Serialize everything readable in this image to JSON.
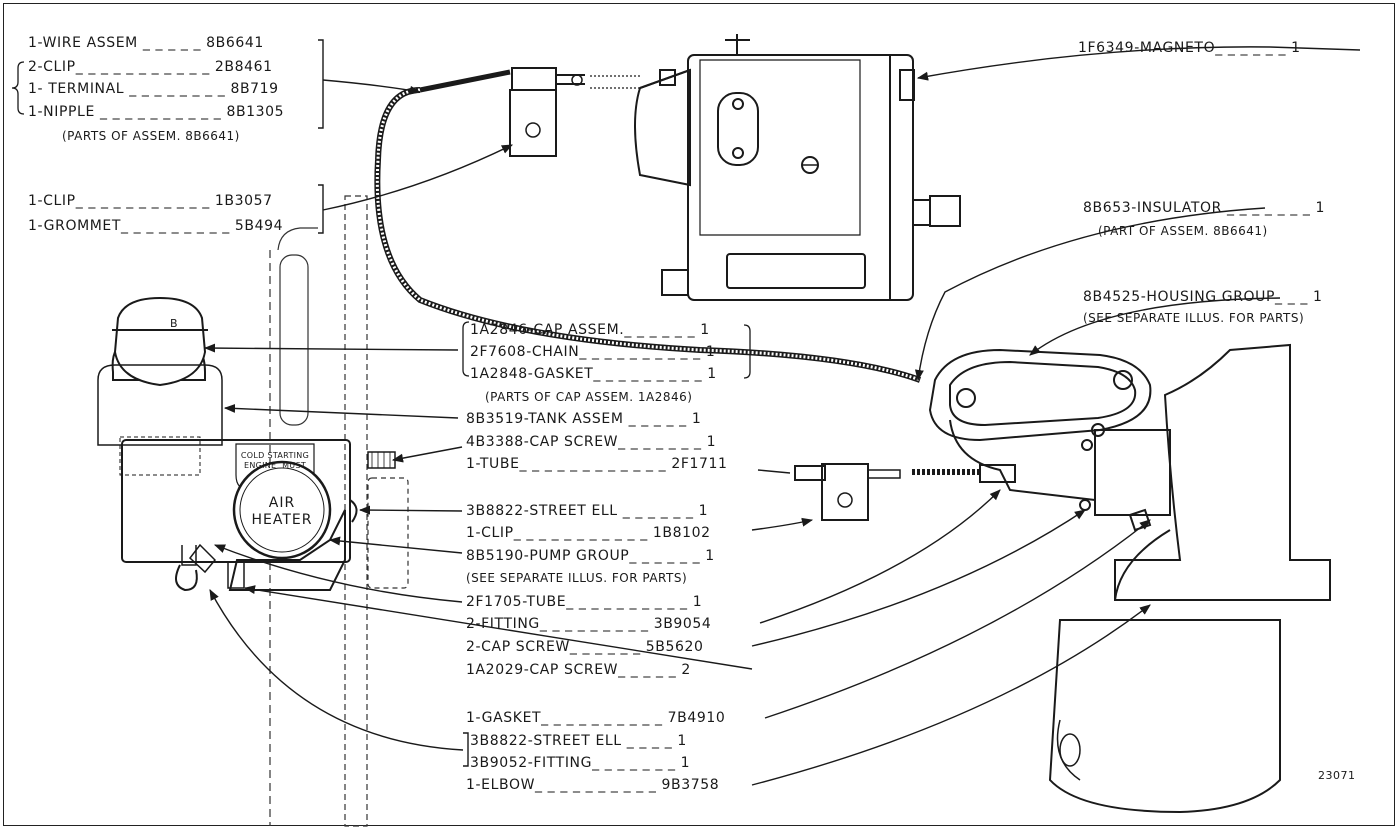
{
  "callouts": {
    "wire_assem": "1-WIRE ASSEM _ _ _ _ _ 8B6641",
    "clip_2b8461": "2-CLIP_ _ _ _ _ _ _ _ _ _ _ 2B8461",
    "terminal": "1- TERMINAL _ _ _ _ _ _ _ _ 8B719",
    "nipple": "1-NIPPLE _ _ _ _ _ _ _ _ _ _ 8B1305",
    "parts_of_8b6641": "(PARTS OF ASSEM. 8B6641)",
    "clip_1b3057": "1-CLIP_ _ _ _ _ _ _ _ _ _ _ 1B3057",
    "grommet": "1-GROMMET_ _ _ _ _ _ _ _ _ 5B494",
    "magneto": "1F6349-MAGNETO_ _ _ _ _ _ 1",
    "insulator": "8B653-INSULATOR _ _ _ _ _ _ _ 1",
    "insulator_note": "(PART OF ASSEM. 8B6641)",
    "housing_group": "8B4525-HOUSING GROUP_ _ _ 1",
    "housing_note": "(SEE SEPARATE ILLUS. FOR PARTS)",
    "cap_assem": "1A2846-CAP ASSEM._ _ _ _ _ _ 1",
    "chain": "2F7608-CHAIN_ _ _ _ _ _ _ _ _ _ 1",
    "cap_gasket": "1A2848-GASKET_ _ _ _ _ _ _ _ _ 1",
    "cap_assem_note": "(PARTS OF CAP ASSEM. 1A2846)",
    "tank_assem": "8B3519-TANK ASSEM _ _ _ _ _ 1",
    "cap_screw_4b3388": "4B3388-CAP SCREW_ _ _ _ _ _ _ 1",
    "tube_2f1711": "1-TUBE_ _ _ _ _ _ _ _ _ _ _ _ 2F1711",
    "street_ell_a": "3B8822-STREET ELL _ _ _ _ _ _ 1",
    "clip_1b8102": "1-CLIP_ _ _ _ _ _ _ _ _ _ _ 1B8102",
    "pump_group": "8B5190-PUMP GROUP_ _ _ _ _ _ 1",
    "pump_note": "(SEE SEPARATE ILLUS. FOR PARTS)",
    "tube_2f1705": "2F1705-TUBE_ _ _ _ _ _ _ _ _ _ 1",
    "fitting_3b9054": "2-FITTING_ _ _ _ _ _ _ _ _ 3B9054",
    "cap_screw_5b5620": "2-CAP SCREW_ _ _ _ _ _ 5B5620",
    "cap_screw_1a2029": "1A2029-CAP SCREW_ _ _ _ _ 2",
    "gasket_7b4910": "1-GASKET_ _ _ _ _ _ _ _ _ _ 7B4910",
    "street_ell_b": "3B8822-STREET ELL _ _ _ _ 1",
    "fitting_3b9052": "3B9052-FITTING_ _ _ _ _ _ _ 1",
    "elbow": "1-ELBOW_ _ _ _ _ _ _ _ _ _ 9B3758"
  },
  "drawing": {
    "air_heater_label": "AIR\nHEATER",
    "cold_starting_label": "COLD STARTING\nENGINE  MUST",
    "cap_letter": "B"
  },
  "figure_number": "23071",
  "colors": {
    "ink": "#1a1a1a",
    "paper": "#ffffff"
  }
}
